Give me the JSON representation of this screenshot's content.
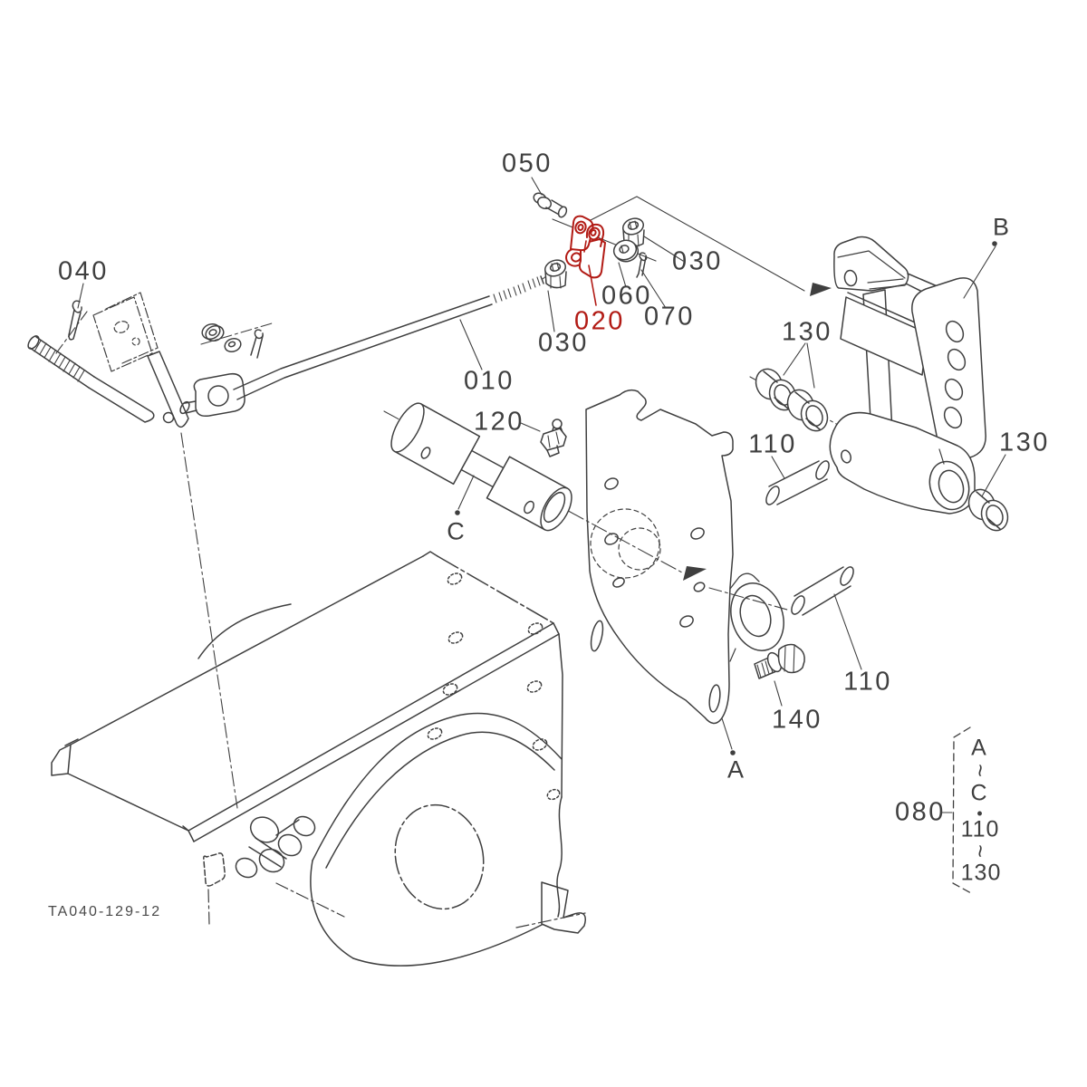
{
  "drawing_number": "TA040-129-12",
  "highlighted_part_id": "020",
  "colors": {
    "line": "#3f3f3f",
    "highlight": "#b21b15",
    "background": "#ffffff"
  },
  "labels": {
    "p050": "050",
    "p040": "040",
    "p030a": "030",
    "p010": "010",
    "p020": "020",
    "p060": "060",
    "p070": "070",
    "p030b": "030",
    "p120": "120",
    "p130a": "130",
    "p110a": "110",
    "p130b": "130",
    "p140": "140",
    "p110b": "110"
  },
  "views": {
    "a": "A",
    "b": "B",
    "c": "C"
  },
  "legend": {
    "group": "080",
    "row1": "A",
    "row2": "~",
    "row3": "C",
    "row4": "•",
    "row5": "110",
    "row6": "~",
    "row7": "130"
  }
}
